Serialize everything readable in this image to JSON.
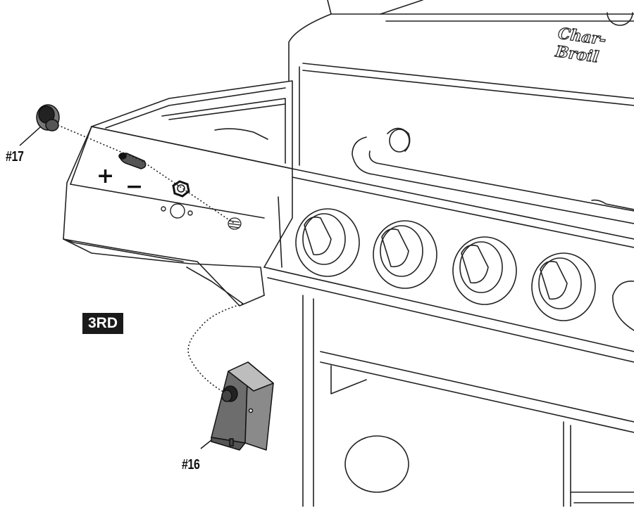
{
  "step_label": "3RD",
  "parts": {
    "part17": "#17",
    "part16": "#16"
  },
  "polarity": {
    "plus": "+",
    "minus": "−"
  },
  "brand_text": "Char-Broil"
}
